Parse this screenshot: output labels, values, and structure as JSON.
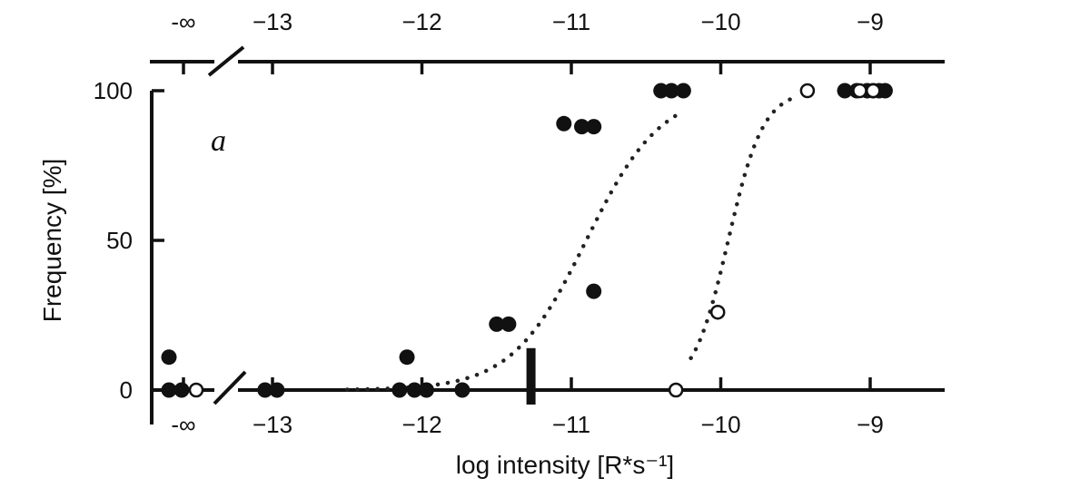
{
  "chart_data": {
    "type": "scatter",
    "panel_label": "a",
    "xlabel": "log intensity [R*s⁻¹]",
    "ylabel": "Frequency [%]",
    "x_tick_labels": [
      "-∞",
      "−13",
      "−12",
      "−11",
      "−10",
      "−9"
    ],
    "x_tick_values": [
      "-inf",
      -13,
      -12,
      -11,
      -10,
      -9
    ],
    "xlim": [
      -13.55,
      -8.55
    ],
    "y_ticks": [
      0,
      50,
      100
    ],
    "ylim": [
      0,
      100
    ],
    "axis_break": true,
    "grid": false,
    "series": [
      {
        "marker": "filled-circle",
        "points": [
          {
            "x": "-inf",
            "y": 0
          },
          {
            "x": "-inf",
            "y": 0
          },
          {
            "x": "-inf",
            "y": 11
          },
          {
            "x": -13.05,
            "y": 0
          },
          {
            "x": -12.97,
            "y": 0
          },
          {
            "x": -12.15,
            "y": 0
          },
          {
            "x": -12.1,
            "y": 11
          },
          {
            "x": -12.05,
            "y": 0
          },
          {
            "x": -11.97,
            "y": 0
          },
          {
            "x": -11.73,
            "y": 0
          },
          {
            "x": -11.5,
            "y": 22
          },
          {
            "x": -11.42,
            "y": 22
          },
          {
            "x": -11.05,
            "y": 89
          },
          {
            "x": -10.93,
            "y": 88
          },
          {
            "x": -10.85,
            "y": 88
          },
          {
            "x": -10.85,
            "y": 33
          },
          {
            "x": -10.4,
            "y": 100
          },
          {
            "x": -10.33,
            "y": 100
          },
          {
            "x": -10.25,
            "y": 100
          },
          {
            "x": -9.17,
            "y": 100
          },
          {
            "x": -9.09,
            "y": 100
          },
          {
            "x": -9.02,
            "y": 100
          },
          {
            "x": -8.98,
            "y": 100
          },
          {
            "x": -8.94,
            "y": 100
          },
          {
            "x": -8.9,
            "y": 100
          }
        ]
      },
      {
        "marker": "open-circle",
        "points": [
          {
            "x": "-inf",
            "y": 0
          },
          {
            "x": -10.3,
            "y": 0
          },
          {
            "x": -10.02,
            "y": 26
          },
          {
            "x": -9.42,
            "y": 100
          },
          {
            "x": -9.07,
            "y": 100
          },
          {
            "x": -8.98,
            "y": 100
          }
        ]
      }
    ],
    "fit_curves": [
      {
        "style": "dotted",
        "midpoint_x": -10.9,
        "range": [
          -12.5,
          -10.3
        ]
      },
      {
        "style": "dotted",
        "midpoint_x": -9.95,
        "range": [
          -10.2,
          -9.5
        ]
      }
    ],
    "marker_bar": {
      "x": -11.27,
      "y_range": [
        0,
        14
      ]
    }
  }
}
